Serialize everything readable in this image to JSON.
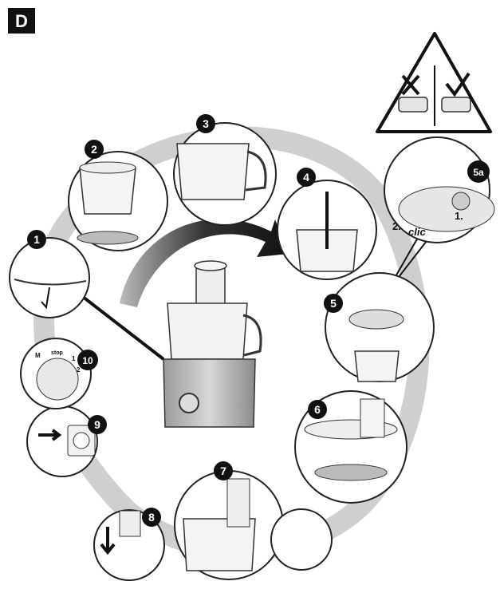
{
  "section_label": "D",
  "steps": [
    "1",
    "2",
    "3",
    "4",
    "5",
    "5a",
    "6",
    "7",
    "8",
    "9",
    "10"
  ],
  "click_text": "clic",
  "substeps": [
    "1.",
    "2."
  ],
  "dial_labels": [
    "M",
    "stop",
    "1",
    "2"
  ],
  "colors": {
    "ring": "#c9c9c9",
    "arrow": "#1f1f1f",
    "badge": "#111111",
    "line": "#1a1a1a"
  }
}
